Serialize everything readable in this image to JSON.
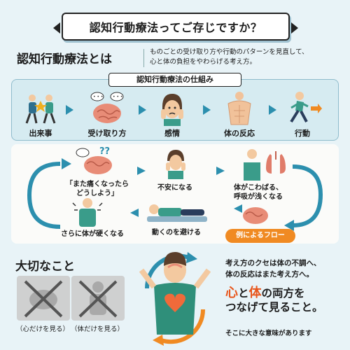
{
  "title": "認知行動療法ってご存じですか？",
  "definition": {
    "heading": "認知行動療法とは",
    "line1": "ものごとの受け取り方や行動のパターンを見直して、",
    "line2": "心と体の負担をやわらげる考え方。"
  },
  "mechanism": {
    "title": "認知行動療法の仕組み",
    "steps": [
      {
        "label": "出来事",
        "icon": "people-colliding-icon"
      },
      {
        "label": "受け取り方",
        "icon": "brain-thought-icon"
      },
      {
        "label": "感情",
        "icon": "worried-face-icon"
      },
      {
        "label": "体の反応",
        "icon": "body-torso-icon"
      },
      {
        "label": "行動",
        "icon": "running-person-icon"
      }
    ]
  },
  "example_flow": {
    "badge": "例によるフロー",
    "nodes": {
      "thought_line1": "「また痛くなったら",
      "thought_line2": "どうしよう」",
      "anxiety": "不安になる",
      "body_line1": "体がこわばる、",
      "body_line2": "呼吸が浅くなる",
      "avoid": "動くのを避ける",
      "stiffer": "さらに体が硬くなる"
    }
  },
  "important": {
    "heading": "大切なこと",
    "card_left_caption": "（心だけを見る）",
    "card_right_caption": "（体だけを見る）"
  },
  "message": {
    "line1": "考え方のクセは体の不調へ、",
    "line2": "体の反応はまた考え方へ。",
    "big_kokoro": "心",
    "big_to": "と",
    "big_karada": "体",
    "big_rest1": "の両方を",
    "big_line2": "つなげて見ること。",
    "closing": "そこに大きな意味があります"
  },
  "colors": {
    "accent_orange": "#f08a22",
    "accent_teal": "#2c8fae",
    "accent_red": "#e8561c"
  }
}
